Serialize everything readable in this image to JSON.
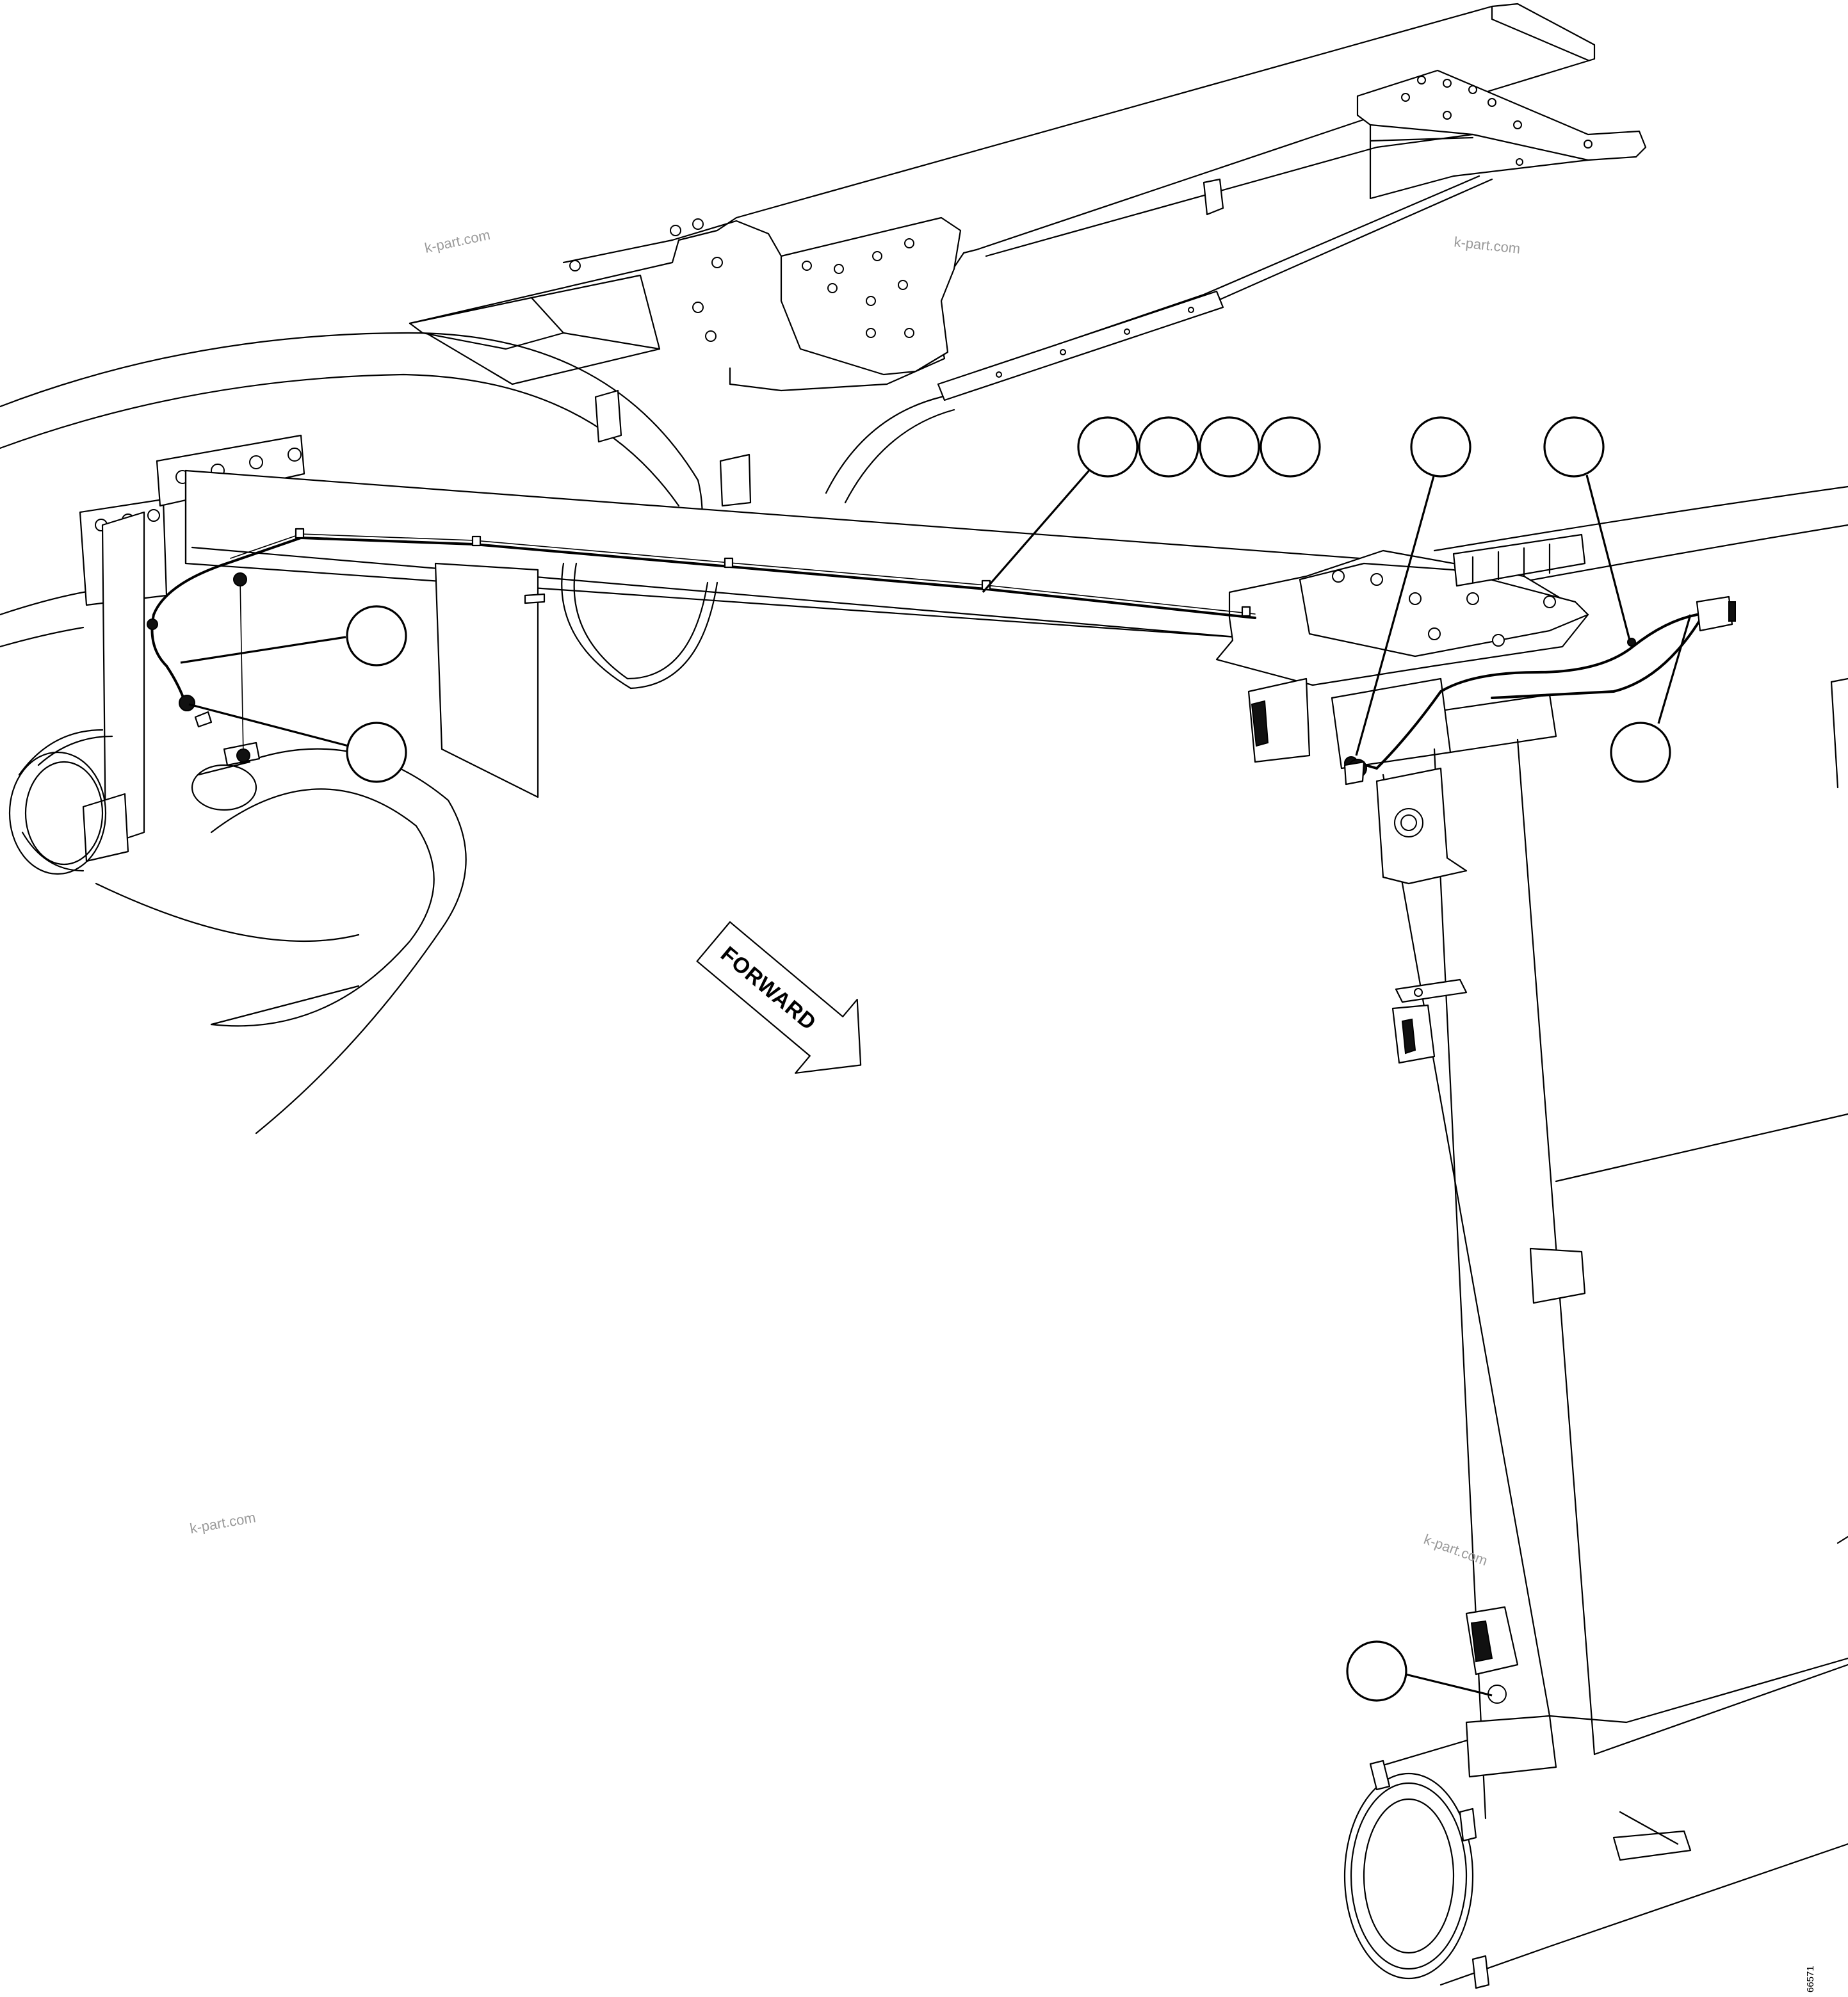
{
  "direction_arrow": {
    "label": "FORWARD"
  },
  "watermarks": [
    "k-part.com",
    "k-part.com",
    "k-part.com",
    "k-part.com"
  ],
  "document_number": "66571",
  "callouts": [
    {
      "id": "callout-1",
      "label": ""
    },
    {
      "id": "callout-2",
      "label": ""
    },
    {
      "id": "callout-3",
      "label": ""
    },
    {
      "id": "callout-4",
      "label": ""
    },
    {
      "id": "callout-5",
      "label": ""
    },
    {
      "id": "callout-6",
      "label": ""
    },
    {
      "id": "callout-7",
      "label": ""
    },
    {
      "id": "callout-8",
      "label": ""
    },
    {
      "id": "callout-9",
      "label": ""
    },
    {
      "id": "callout-10",
      "label": ""
    }
  ]
}
